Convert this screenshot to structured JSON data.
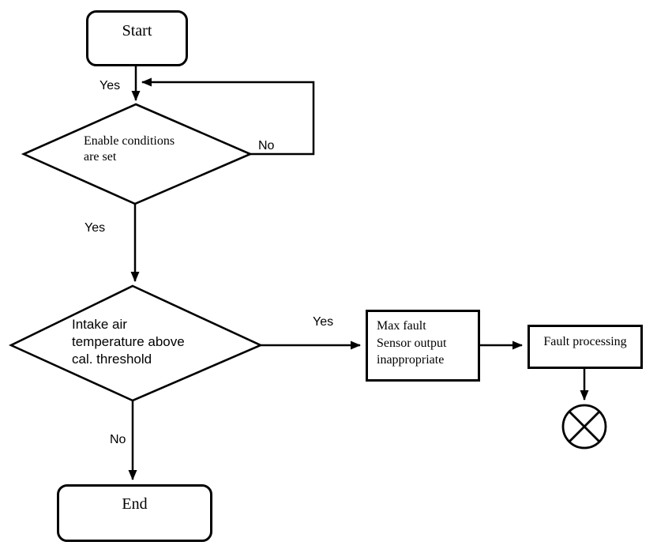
{
  "flowchart": {
    "nodes": {
      "start": {
        "label": "Start"
      },
      "decision_enable": {
        "lines": [
          "Enable conditions",
          "are set"
        ]
      },
      "decision_intake": {
        "lines": [
          "Intake air",
          "temperature above",
          "cal. threshold"
        ]
      },
      "max_fault": {
        "lines": [
          "Max fault",
          "Sensor output",
          "inappropriate"
        ]
      },
      "fault_processing": {
        "label": "Fault processing"
      },
      "end": {
        "label": "End"
      },
      "terminator": {
        "icon": "circle-x-icon"
      }
    },
    "edge_labels": {
      "start_to_enable_yes": "Yes",
      "enable_loop_no": "No",
      "enable_to_intake_yes": "Yes",
      "intake_to_maxfault_yes": "Yes",
      "intake_to_end_no": "No"
    },
    "colors": {
      "line": "#000000",
      "background": "#ffffff"
    }
  }
}
